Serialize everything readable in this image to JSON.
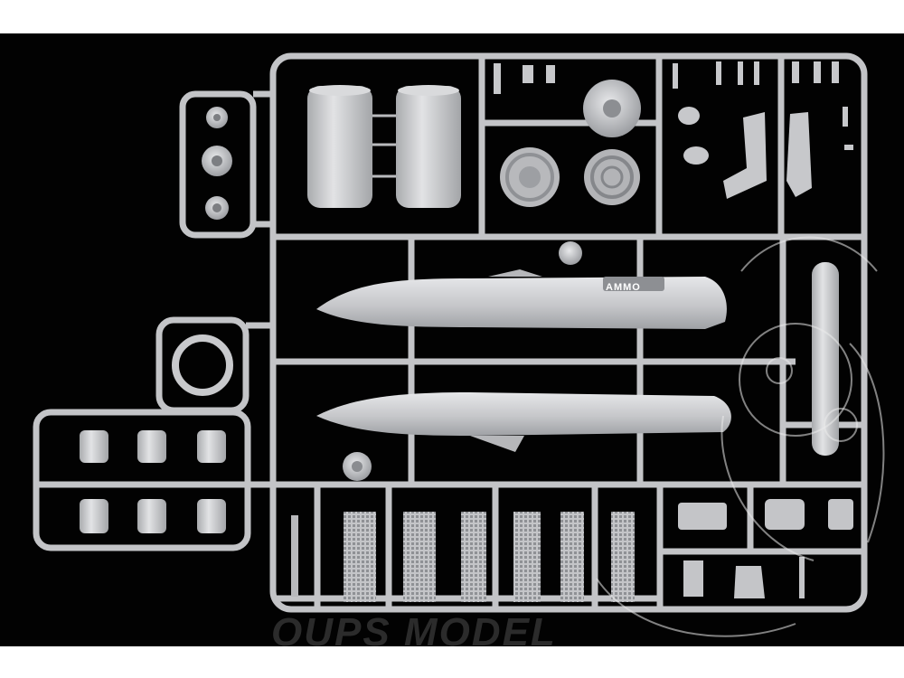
{
  "image": {
    "subject": "plastic-model-kit-sprue",
    "background_color": "#020202",
    "plastic_color": "#c9cacc"
  },
  "marks": {
    "sprue_logo": "AMMO"
  },
  "watermark": {
    "text": "OUPS MODEL"
  }
}
